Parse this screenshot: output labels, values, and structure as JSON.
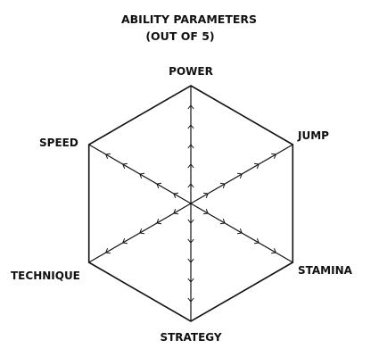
{
  "chart_data": {
    "type": "radar",
    "title": "ABILITY PARAMETERS",
    "subtitle": "(OUT OF 5)",
    "axes": [
      "POWER",
      "JUMP",
      "STAMINA",
      "STRATEGY",
      "TECHNIQUE",
      "SPEED"
    ],
    "scale_max": 5,
    "ticks_per_axis": 5,
    "values": [],
    "grid": false
  }
}
